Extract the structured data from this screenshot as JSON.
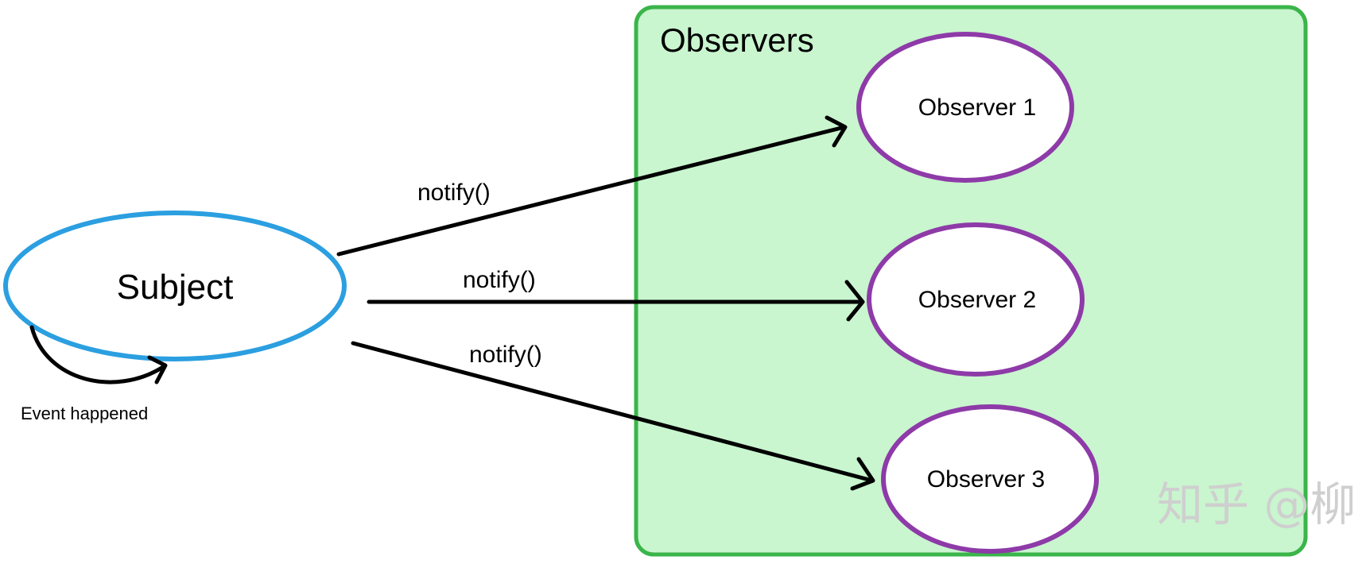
{
  "diagram": {
    "group": {
      "title": "Observers",
      "fill_color": "#c9f5cf",
      "border_color": "#3ab54a"
    },
    "subject": {
      "label": "Subject",
      "border_color": "#2b9fe0",
      "self_loop_label": "Event happened"
    },
    "observers": [
      {
        "label": "Observer 1"
      },
      {
        "label": "Observer 2"
      },
      {
        "label": "Observer 3"
      }
    ],
    "observer_border_color": "#8e3aa8",
    "edges": [
      {
        "label": "notify()"
      },
      {
        "label": "notify()"
      },
      {
        "label": "notify()"
      }
    ],
    "edge_color": "#000000"
  },
  "watermark": {
    "text": "知乎 @柳"
  }
}
